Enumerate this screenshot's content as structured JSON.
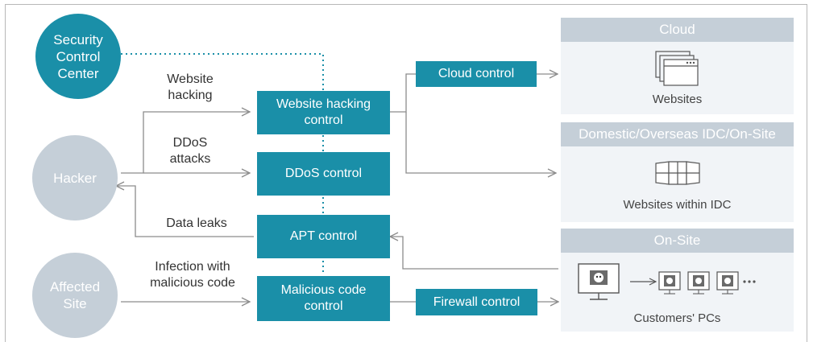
{
  "nodes": {
    "security_center": "Security\nControl\nCenter",
    "hacker": "Hacker",
    "affected_site": "Affected\nSite"
  },
  "edge_labels": {
    "website_hacking": "Website\nhacking",
    "ddos_attacks": "DDoS\nattacks",
    "data_leaks": "Data leaks",
    "infection": "Infection with\nmalicious code"
  },
  "controls": {
    "website_hacking": "Website hacking\ncontrol",
    "ddos": "DDoS control",
    "apt": "APT control",
    "malicious_code": "Malicious code\ncontrol",
    "cloud": "Cloud control",
    "firewall": "Firewall control"
  },
  "panels": {
    "cloud": {
      "title": "Cloud",
      "caption": "Websites"
    },
    "idc": {
      "title": "Domestic/Overseas IDC/On-Site",
      "caption": "Websites within IDC"
    },
    "onsite": {
      "title": "On-Site",
      "caption": "Customers' PCs"
    }
  },
  "colors": {
    "teal": "#1a8fa8",
    "grey": "#c5cfd8",
    "panel_bg": "#f1f4f7",
    "line": "#8c8c8c"
  }
}
